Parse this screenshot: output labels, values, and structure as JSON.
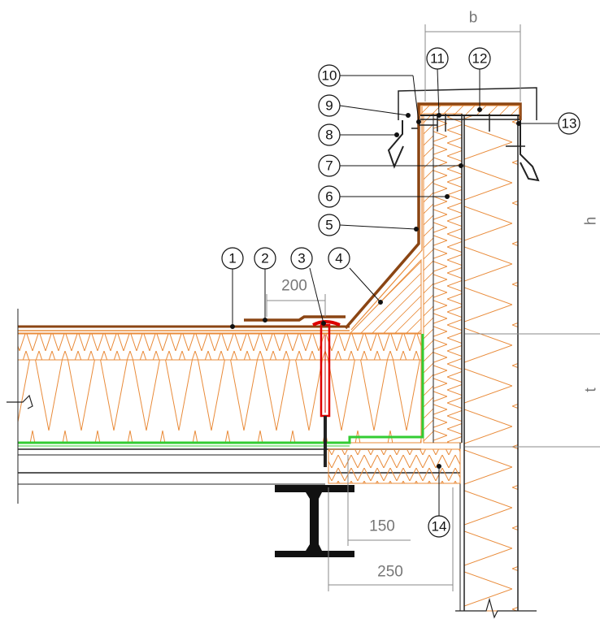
{
  "callouts": [
    "1",
    "2",
    "3",
    "4",
    "5",
    "6",
    "7",
    "8",
    "9",
    "10",
    "11",
    "12",
    "13",
    "14"
  ],
  "dimensions": {
    "d200": "200",
    "d150": "150",
    "d250": "250",
    "b": "b",
    "h": "h",
    "t": "t"
  },
  "colors": {
    "membrane": "#8b4513",
    "insulation": "#e98b3a",
    "vapour_barrier": "#33cc33",
    "fastener": "#dd0000",
    "dimension": "#888888"
  }
}
